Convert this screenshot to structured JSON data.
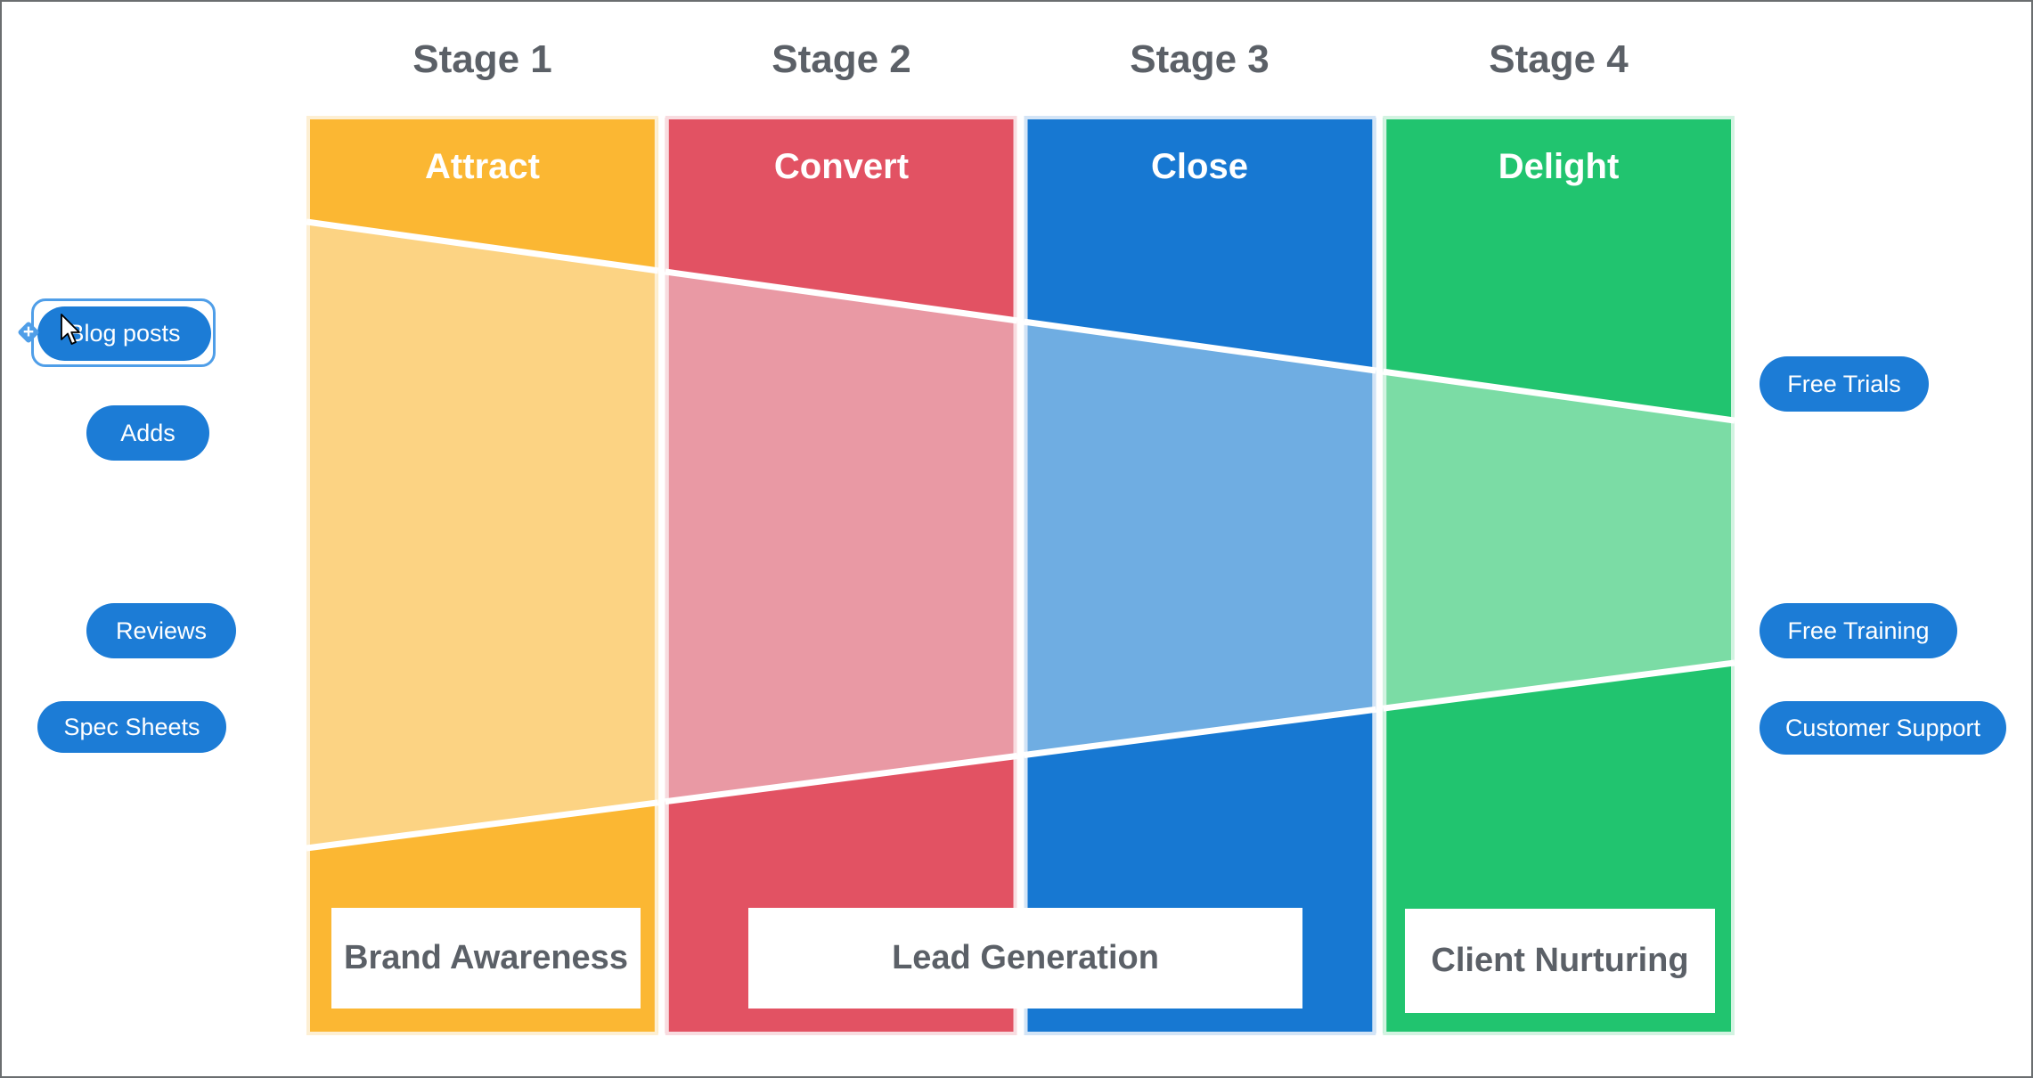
{
  "colors": {
    "canvas_bg": "#FFFFFF",
    "border_gray": "#6B6E70",
    "text_gray": "#5B6067",
    "pill_blue": "#1C7CD6",
    "selection_blue": "#4F9EE8",
    "separator_white": "#FFFFFF"
  },
  "stages": [
    {
      "label": "Stage 1"
    },
    {
      "label": "Stage 2"
    },
    {
      "label": "Stage 3"
    },
    {
      "label": "Stage 4"
    }
  ],
  "funnel": {
    "columns": [
      {
        "header": "Attract",
        "color_dark": "#FBB733",
        "color_light": "#FCD383",
        "color_halo": "#FDEFD3"
      },
      {
        "header": "Convert",
        "color_dark": "#E25263",
        "color_light": "#E999A4",
        "color_halo": "#F8DCE0"
      },
      {
        "header": "Close",
        "color_dark": "#1778D2",
        "color_light": "#6FADE2",
        "color_halo": "#D3E4F6"
      },
      {
        "header": "Delight",
        "color_dark": "#21C46F",
        "color_light": "#7BDCA5",
        "color_halo": "#D2F3E1"
      }
    ]
  },
  "bottom_labels": [
    {
      "label": "Brand Awareness"
    },
    {
      "label": "Lead Generation"
    },
    {
      "label": "Client Nurturing"
    }
  ],
  "left_tactics": [
    {
      "label": "Blog posts",
      "selected": true
    },
    {
      "label": "Adds"
    },
    {
      "label": "Reviews"
    },
    {
      "label": "Spec Sheets"
    }
  ],
  "right_tactics": [
    {
      "label": "Free Trials"
    },
    {
      "label": "Free Training"
    },
    {
      "label": "Customer Support"
    }
  ],
  "icons": {
    "connector_plus": "+"
  }
}
